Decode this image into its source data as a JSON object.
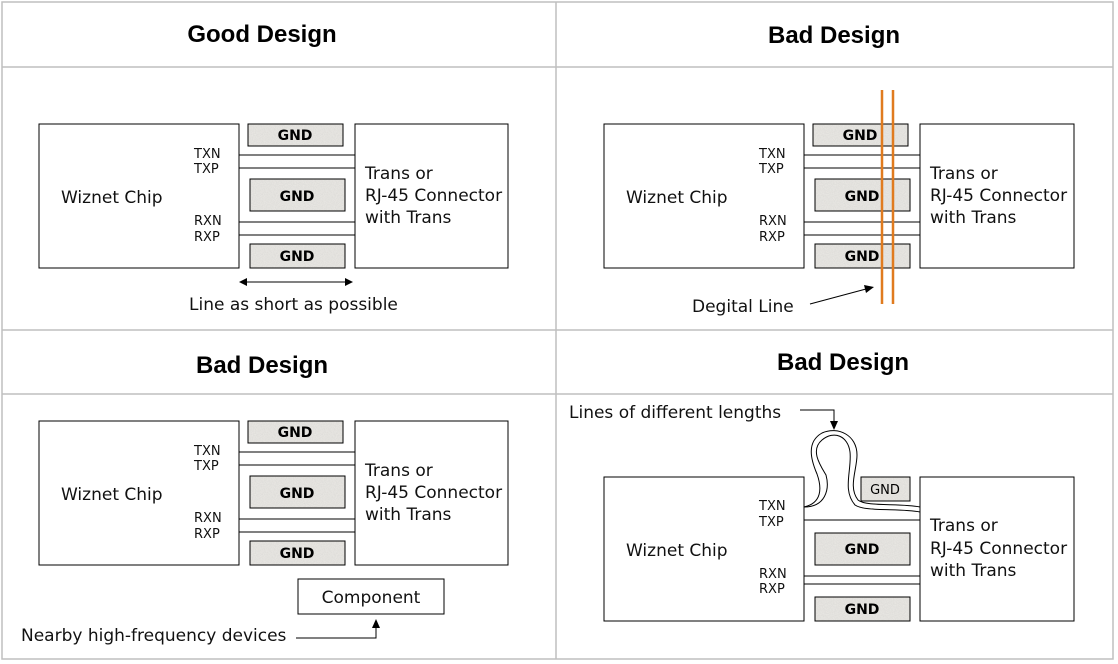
{
  "panels": [
    {
      "title": "Good Design",
      "chip": "Wiznet Chip",
      "connector": [
        "Trans or",
        "RJ-45 Connector",
        "with Trans"
      ],
      "pins": {
        "txn": "TXN",
        "txp": "TXP",
        "rxn": "RXN",
        "rxp": "RXP"
      },
      "gnd": [
        "GND",
        "GND",
        "GND"
      ],
      "annotation": "Line as short as possible"
    },
    {
      "title": "Bad Design",
      "chip": "Wiznet Chip",
      "connector": [
        "Trans or",
        "RJ-45 Connector",
        "with Trans"
      ],
      "pins": {
        "txn": "TXN",
        "txp": "TXP",
        "rxn": "RXN",
        "rxp": "RXP"
      },
      "gnd": [
        "GND",
        "GND",
        "GND"
      ],
      "annotation": "Degital Line",
      "digital_line_color": "#E07B1F"
    },
    {
      "title": "Bad Design",
      "chip": "Wiznet Chip",
      "connector": [
        "Trans or",
        "RJ-45 Connector",
        "with Trans"
      ],
      "pins": {
        "txn": "TXN",
        "txp": "TXP",
        "rxn": "RXN",
        "rxp": "RXP"
      },
      "gnd": [
        "GND",
        "GND",
        "GND"
      ],
      "component": "Component",
      "annotation": "Nearby high-frequency devices"
    },
    {
      "title": "Bad Design",
      "chip": "Wiznet Chip",
      "connector": [
        "Trans or",
        "RJ-45 Connector",
        "with Trans"
      ],
      "pins": {
        "txn": "TXN",
        "txp": "TXP",
        "rxn": "RXN",
        "rxp": "RXP"
      },
      "gnd": [
        "GND",
        "GND",
        "GND"
      ],
      "annotation": "Lines of different lengths"
    }
  ],
  "colors": {
    "grid": "#BFBFBF",
    "gnd_fill": "#E8E6E2",
    "digital_line": "#E07B1F"
  }
}
